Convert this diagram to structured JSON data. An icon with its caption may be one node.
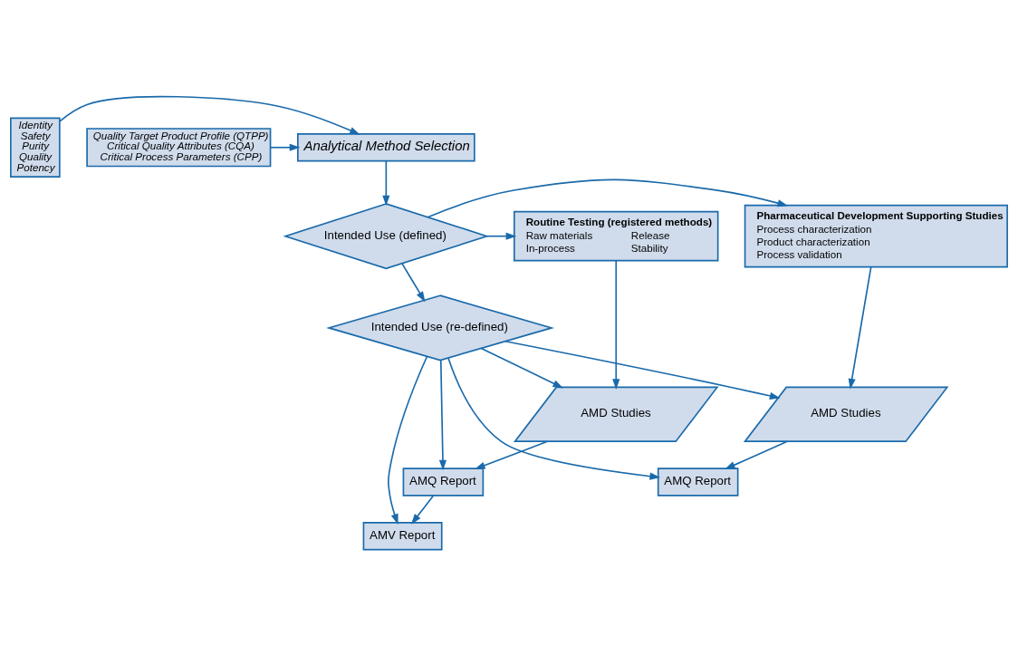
{
  "diagram": {
    "nodes": [
      {
        "text": [
          "Identity",
          "Safety",
          "Purity",
          "Quality",
          "Potency"
        ]
      },
      {
        "text": [
          "Analytical Method Selection"
        ]
      },
      {
        "text": [
          "Quality Target Product Profile (QTPP)",
          "Critical Quality Attributes (CQA)",
          "Critical Process Parameters (CPP)"
        ]
      },
      {
        "text": [
          "Routine Testing (registered methods)",
          "Raw materials",
          "Release",
          "In-process",
          "Stability"
        ]
      },
      {
        "text": [
          "Intended Use (defined)"
        ]
      },
      {
        "text": [
          "Pharmaceutical Development Supporting Studies",
          "Process characterization",
          "Product characterization",
          "Process validation"
        ]
      },
      {
        "text": [
          "AMD Studies"
        ]
      },
      {
        "text": [
          "AMQ Report"
        ]
      },
      {
        "text": [
          "AMV Report"
        ]
      },
      {
        "text": [
          "Intended Use (re-defined)"
        ]
      },
      {
        "text": [
          "AMD Studies"
        ]
      },
      {
        "text": [
          "AMQ Report"
        ]
      }
    ],
    "edges": [
      {
        "from": 0,
        "to": 1,
        "arrow": "to"
      },
      {
        "from": 2,
        "to": 1,
        "arrow": "to"
      },
      {
        "from": 1,
        "to": 4,
        "arrow": "to"
      },
      {
        "from": 4,
        "to": 3,
        "arrow": "to"
      },
      {
        "from": 4,
        "to": 5,
        "arrow": "to"
      },
      {
        "from": 4,
        "to": 9,
        "arrow": "to"
      },
      {
        "from": 3,
        "to": 6,
        "arrow": "to"
      },
      {
        "from": 6,
        "to": 7,
        "arrow": "to"
      },
      {
        "from": 7,
        "to": 8,
        "arrow": "to"
      },
      {
        "from": 5,
        "to": 10,
        "arrow": "to"
      },
      {
        "from": 10,
        "to": 11,
        "arrow": "to"
      },
      {
        "from": 9,
        "to": 6,
        "arrow": "to"
      },
      {
        "from": 9,
        "to": 7,
        "arrow": "to"
      },
      {
        "from": 9,
        "to": 8,
        "arrow": "to"
      },
      {
        "from": 9,
        "to": 10,
        "arrow": "to"
      },
      {
        "from": 9,
        "to": 11,
        "arrow": "to"
      }
    ]
  }
}
